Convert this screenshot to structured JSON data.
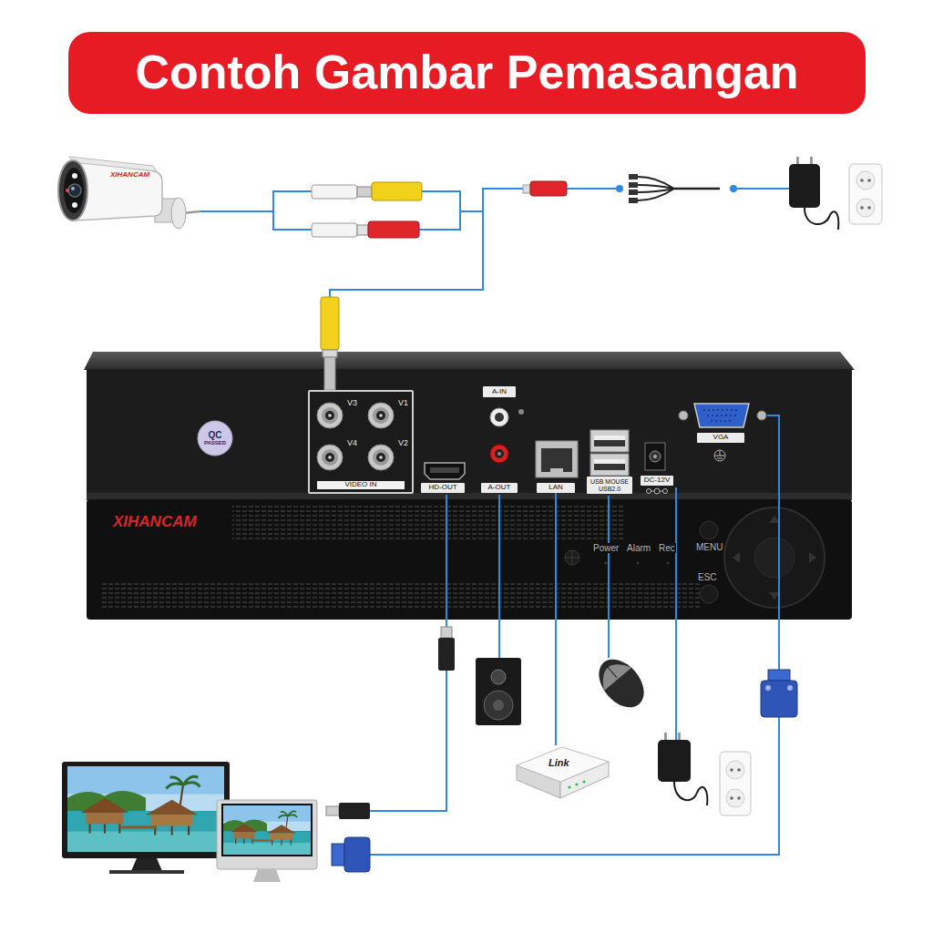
{
  "diagram": {
    "title": "Contoh Gambar Pemasangan",
    "nodes": [
      {
        "text": [
          "XIHANCAM"
        ]
      },
      {
        "text": [
          "QC",
          "PASSED"
        ]
      },
      {
        "text": [
          "V3",
          "V1",
          "V4",
          "V2",
          "VIDEO IN"
        ]
      },
      {
        "text": [
          "A-IN"
        ]
      },
      {
        "text": [
          "HD-OUT"
        ]
      },
      {
        "text": [
          "A-OUT"
        ]
      },
      {
        "text": [
          "LAN"
        ]
      },
      {
        "text": [
          "USB MOUSE",
          "USB2.0"
        ]
      },
      {
        "text": [
          "DC-12V"
        ]
      },
      {
        "text": [
          "VGA"
        ]
      },
      {
        "text": [
          "XIHANCAM",
          "Power",
          "Alarm",
          "Rec",
          "MENU",
          "ESC"
        ]
      },
      {
        "text": [
          "Link"
        ]
      }
    ],
    "edges": [
      {
        "from": 0,
        "to": 2,
        "arrow": "none"
      },
      {
        "from": 6,
        "to": 11,
        "arrow": "none"
      }
    ]
  }
}
